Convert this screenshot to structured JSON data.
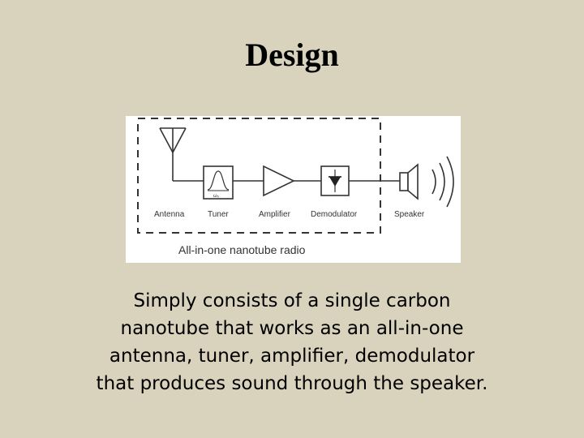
{
  "slide": {
    "title": "Design",
    "caption_lines": [
      "Simply consists of a single carbon",
      "nanotube that works as an all-in-one",
      "antenna, tuner, amplifier, demodulator",
      "that produces sound through the speaker."
    ]
  },
  "diagram": {
    "box_label": "All-in-one nanotube radio",
    "tuner_symbol": "ω₀",
    "components": [
      {
        "label": "Antenna"
      },
      {
        "label": "Tuner"
      },
      {
        "label": "Amplifier"
      },
      {
        "label": "Demodulator"
      },
      {
        "label": "Speaker"
      }
    ]
  }
}
